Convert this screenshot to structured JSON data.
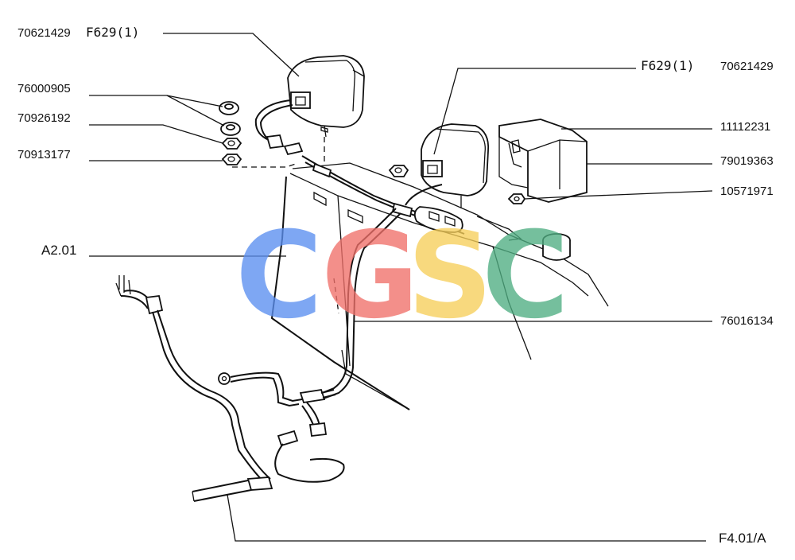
{
  "labels": {
    "lamp_left_code": "70621429",
    "lamp_left_ref": "F629(1)",
    "lamp_right_ref": "F629(1)",
    "lamp_right_code": "70621429",
    "washer_upper": "76000905",
    "washer_lower": "70926192",
    "nut": "70913177",
    "bracket_cover": "11112231",
    "bracket": "79019363",
    "bracket_nut": "10571971",
    "panel": "A2.01",
    "harness": "76016134",
    "cable": "F4.01/A"
  },
  "watermark": {
    "letters": [
      "C",
      "G",
      "S",
      "C"
    ],
    "colors": [
      "#5b8ff0",
      "#f0706a",
      "#f7cf5a",
      "#4fae82"
    ]
  }
}
